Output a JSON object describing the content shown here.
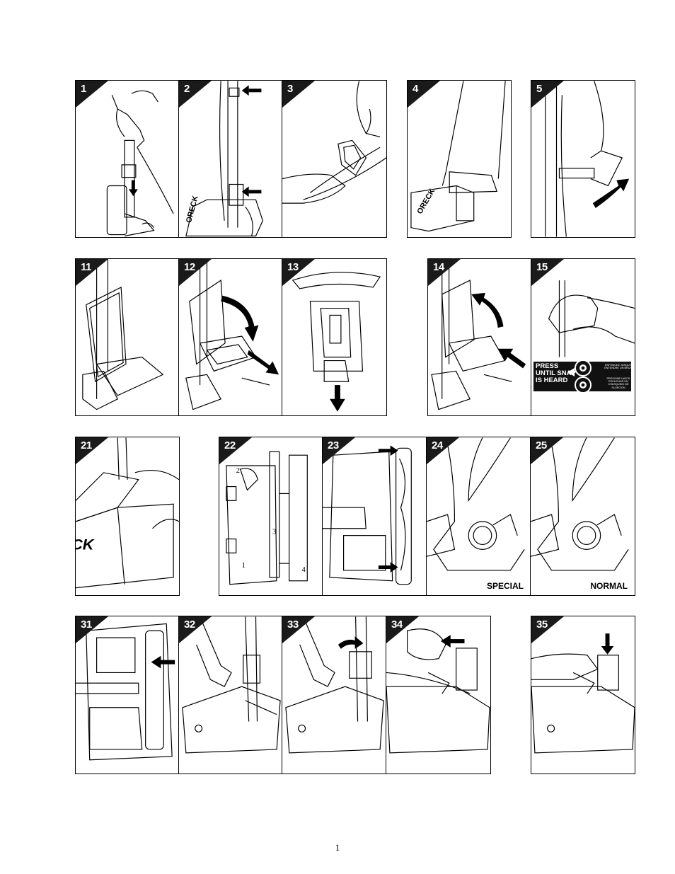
{
  "panels": [
    {
      "number": "1"
    },
    {
      "number": "2"
    },
    {
      "number": "3"
    },
    {
      "number": "4"
    },
    {
      "number": "5"
    },
    {
      "number": "11"
    },
    {
      "number": "12"
    },
    {
      "number": "13"
    },
    {
      "number": "14"
    },
    {
      "number": "15"
    },
    {
      "number": "21"
    },
    {
      "number": "22"
    },
    {
      "number": "23"
    },
    {
      "number": "24"
    },
    {
      "number": "25"
    },
    {
      "number": "31"
    },
    {
      "number": "32"
    },
    {
      "number": "33"
    },
    {
      "number": "34"
    },
    {
      "number": "35"
    }
  ],
  "brand": {
    "logo_text_panel2": "ORECK",
    "logo_text_panel4": "ORECK",
    "logo_text_panel21": "CK"
  },
  "panel15_label": {
    "main": "PRESS UNTIL SNAP IS HEARD",
    "main_line1": "PRESS",
    "main_line2": "UNTIL SNAP",
    "main_line3": "IS HEARD",
    "french_line1": "ENFONCEZ JUSQU'À",
    "french_line2": "ENTENDRE UN BRUIT",
    "spanish_line1": "PRESIONE HASTA",
    "spanish_line2": "ESCUCHAR UN",
    "spanish_line3": "CHASQUIDO DE SUJECIÓN"
  },
  "panel22_markers": [
    "2",
    "3",
    "1",
    "4"
  ],
  "captions": {
    "panel24": "SPECIAL",
    "panel25": "NORMAL"
  },
  "page": {
    "number": "1"
  }
}
